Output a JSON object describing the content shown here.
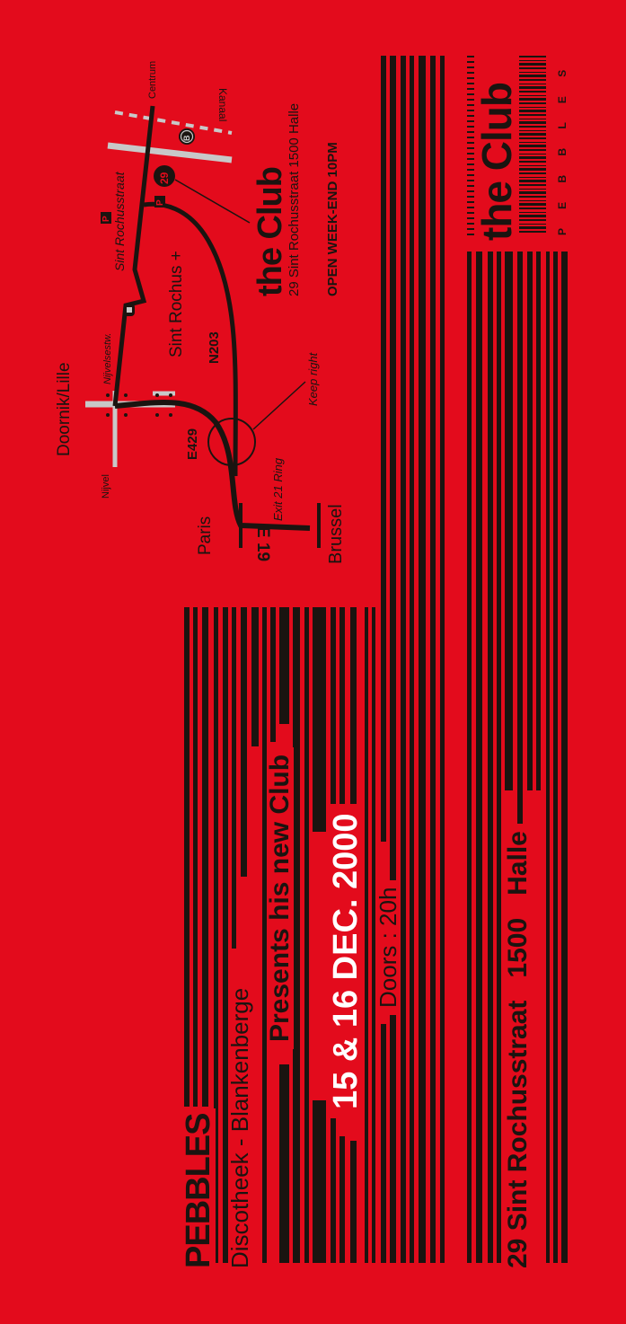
{
  "brand": {
    "name": "PEBBLES",
    "subtitle": "Discotheek - Blankenberge",
    "presents": "Presents his new Club"
  },
  "event": {
    "dates": "15 & 16 DEC. 2000",
    "doors": "Doors : 20h"
  },
  "venue": {
    "address_line": "29 Sint Rochusstraat   1500   Halle",
    "logo": "the Club",
    "logo_sub": "P E B B L E S"
  },
  "map": {
    "club_name": "the Club",
    "club_address": "29 Sint Rochusstraat   1500 Halle",
    "opening": "OPEN WEEK-END 10PM",
    "labels": {
      "doornik": "Doornik/Lille",
      "nijvel": "Nijvel",
      "nijvelsestw": "Nijvelsestw.",
      "sint_rochusstraat": "Sint Rochusstraat",
      "sint_rochus": "Sint Rochus +",
      "n203": "N203",
      "e429": "E429",
      "paris": "Paris",
      "e19": "E 19",
      "exit": "Exit 21 Ring",
      "keep_right": "Keep right",
      "brussel": "Brussel",
      "centrum": "Centrum",
      "kanaal": "Kanaal",
      "parking": "P",
      "station": "B",
      "number": "29"
    }
  }
}
